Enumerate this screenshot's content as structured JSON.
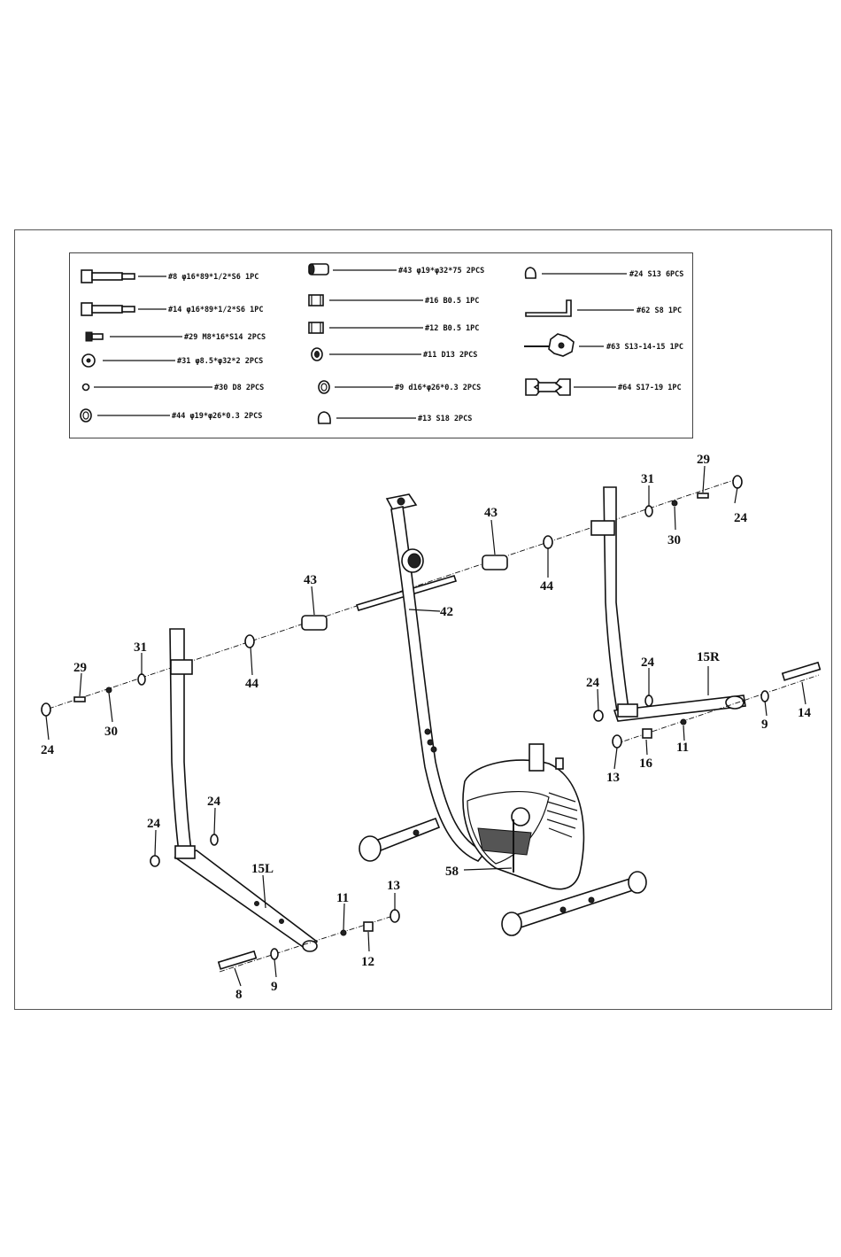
{
  "legend": {
    "items": [
      {
        "id": "leg-8",
        "text": "#8 φ16*89*1/2*S6 1PC"
      },
      {
        "id": "leg-14",
        "text": "#14 φ16*89*1/2*S6 1PC"
      },
      {
        "id": "leg-29",
        "text": "#29 M8*16*S14 2PCS"
      },
      {
        "id": "leg-31",
        "text": "#31 φ8.5*φ32*2 2PCS"
      },
      {
        "id": "leg-30",
        "text": "#30 D8 2PCS"
      },
      {
        "id": "leg-44",
        "text": "#44 φ19*φ26*0.3 2PCS"
      },
      {
        "id": "leg-43",
        "text": "#43 φ19*φ32*75 2PCS"
      },
      {
        "id": "leg-16",
        "text": "#16 B0.5 1PC"
      },
      {
        "id": "leg-12",
        "text": "#12 B0.5 1PC"
      },
      {
        "id": "leg-11",
        "text": "#11 D13 2PCS"
      },
      {
        "id": "leg-9",
        "text": "#9 d16*φ26*0.3 2PCS"
      },
      {
        "id": "leg-13",
        "text": "#13 S18 2PCS"
      },
      {
        "id": "leg-24",
        "text": "#24 S13 6PCS"
      },
      {
        "id": "leg-62",
        "text": "#62 S8 1PC"
      },
      {
        "id": "leg-63",
        "text": "#63 S13-14-15 1PC"
      },
      {
        "id": "leg-64",
        "text": "#64 S17-19 1PC"
      }
    ]
  },
  "callouts": {
    "c29_right": "29",
    "c31_right": "31",
    "c24_right_top": "24",
    "c30_right": "30",
    "c43_right": "43",
    "c44_right": "44",
    "c43_left": "43",
    "c42": "42",
    "c31_left": "31",
    "c29_left": "29",
    "c44_left": "44",
    "c24_left": "24",
    "c30_left": "30",
    "c24_r_mid": "24",
    "c15R": "15R",
    "c24_r_left": "24",
    "c9_right": "9",
    "c14": "14",
    "c11_right": "11",
    "c16": "16",
    "c13_right": "13",
    "c24_l_a": "24",
    "c24_l_b": "24",
    "c15L": "15L",
    "c58": "58",
    "c11_left": "11",
    "c13_left": "13",
    "c12": "12",
    "c9_left": "9",
    "c8": "8"
  }
}
